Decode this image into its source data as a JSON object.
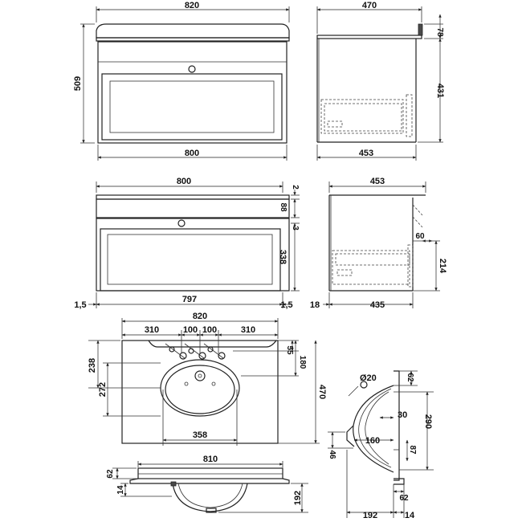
{
  "views": {
    "front_top": {
      "width_top": "820",
      "width_bottom": "800",
      "height_total": "509"
    },
    "side_top": {
      "depth_top": "470",
      "depth_bottom": "453",
      "top_height": "78",
      "body_height": "431"
    },
    "front_mid": {
      "width_top": "800",
      "top_gap": "2",
      "top_height": "88",
      "gap": "3",
      "door_height": "338",
      "left_margin": "1,5",
      "door_width": "797",
      "right_margin": "1,5"
    },
    "side_mid": {
      "depth_top": "453",
      "offset": "60",
      "drawer_height": "214",
      "left_offset": "18",
      "drawer_depth": "435"
    },
    "basin_plan": {
      "width": "820",
      "tap_left": "310",
      "tap_mid_left": "100",
      "tap_mid_right": "100",
      "tap_right": "310",
      "tap_offset": "55",
      "bowl_top": "180",
      "depth": "470",
      "left_height": "238",
      "bowl_depth": "272",
      "bowl_width": "358"
    },
    "basin_front": {
      "width": "810",
      "rim": "62",
      "lip": "14",
      "bowl_height": "192"
    },
    "basin_section": {
      "hole_dia": "Ø20",
      "rim_top": "62",
      "height": "290",
      "wall": "30",
      "inner_width": "160",
      "inner_depth": "87",
      "left_height": "46",
      "rim_bottom": "62",
      "overall": "192",
      "thickness": "14"
    }
  }
}
